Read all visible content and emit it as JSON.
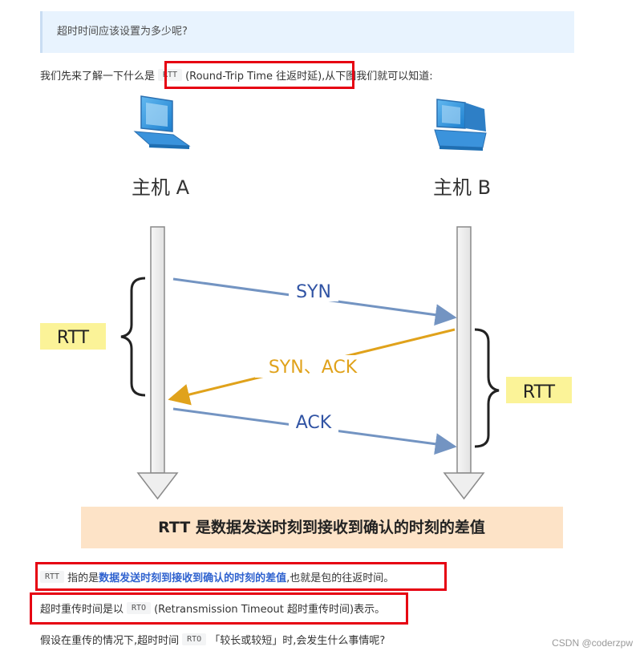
{
  "quote": {
    "text": "超时时间应该设置为多少呢?"
  },
  "intro": {
    "before": "我们先来了解一下什么是",
    "code": "RTT",
    "middle": "(Round-Trip Time 往返时延)",
    "after": ",从下图我们就可以知道:"
  },
  "diagram": {
    "host_a": "主机 A",
    "host_b": "主机 B",
    "syn": "SYN",
    "synack": "SYN、ACK",
    "ack": "ACK",
    "rtt_left": "RTT",
    "rtt_right": "RTT",
    "caption": "RTT 是数据发送时刻到接收到确认的时刻的差值",
    "colors": {
      "blue_arrow": "#7394c2",
      "orange_arrow": "#e0a21b",
      "rtt_label_bg": "#fbf398",
      "caption_bg": "#fde3c7"
    }
  },
  "para1": {
    "code": "RTT",
    "before": "指的是",
    "strong": "数据发送时刻到接收到确认的时刻的差值",
    "after": ",也就是包的往返时间。"
  },
  "para2": {
    "before": "超时重传时间是以",
    "code": "RTO",
    "after": "(Retransmission Timeout 超时重传时间)表示。"
  },
  "para3": {
    "before": "假设在重传的情况下,超时时间",
    "code": "RTO",
    "after": "「较长或较短」时,会发生什么事情呢?"
  },
  "watermark": "CSDN @coderzpw"
}
